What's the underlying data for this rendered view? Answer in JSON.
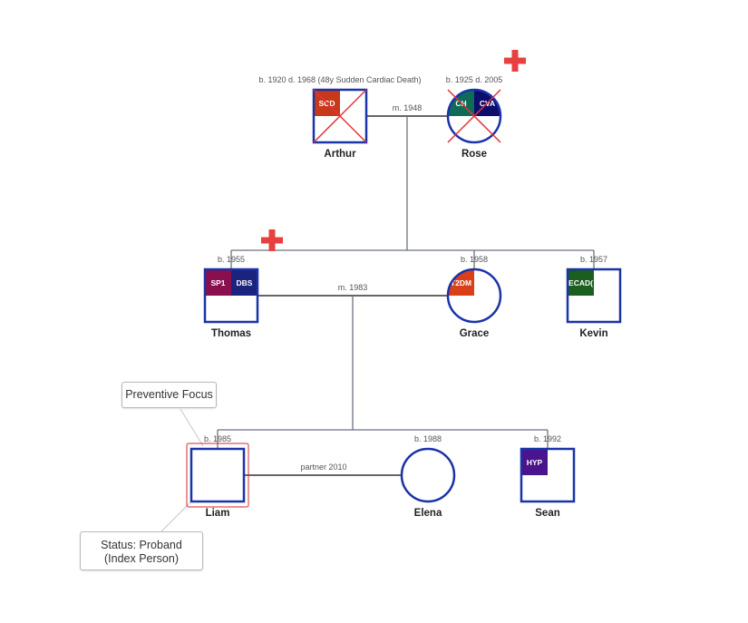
{
  "colors": {
    "outline": "#1a33a8",
    "line": "#6b7280",
    "deceased": "#e5303a",
    "proband": "#d8272d",
    "cross_marker": "#e84040",
    "text": "#222222",
    "subtext": "#555555"
  },
  "couples": [
    {
      "label": "m. 1948"
    },
    {
      "label": "m. 1983"
    },
    {
      "label": "partner 2010"
    }
  ],
  "people": [
    {
      "id": "arthur",
      "name": "Arthur",
      "sex": "male",
      "deceased": true,
      "dates": "b. 1920 d. 1968 (48y Sudden Cardiac Death)",
      "conditions": [
        {
          "code": "SCD",
          "color": "#c8391a"
        }
      ]
    },
    {
      "id": "rose",
      "name": "Rose",
      "sex": "female",
      "deceased": true,
      "dates": "b. 1925 d. 2005",
      "marker": "red-cross-icon",
      "conditions": [
        {
          "code": "CH",
          "color": "#0f6b58"
        },
        {
          "code": "CVA",
          "color": "#0d0d6b"
        }
      ]
    },
    {
      "id": "thomas",
      "name": "Thomas",
      "sex": "male",
      "deceased": false,
      "dates": "b. 1955",
      "marker": "red-cross-icon",
      "conditions": [
        {
          "code": "SP1",
          "color": "#8a0f4e"
        },
        {
          "code": "DBS",
          "color": "#1a237e"
        }
      ]
    },
    {
      "id": "grace",
      "name": "Grace",
      "sex": "female",
      "deceased": false,
      "dates": "b. 1958",
      "conditions": [
        {
          "code": "T2DM",
          "color": "#d9401a"
        }
      ]
    },
    {
      "id": "kevin",
      "name": "Kevin",
      "sex": "male",
      "deceased": false,
      "dates": "b. 1957",
      "conditions": [
        {
          "code": "ECAD(",
          "color": "#1b5e20"
        }
      ]
    },
    {
      "id": "liam",
      "name": "Liam",
      "sex": "male",
      "deceased": false,
      "proband": true,
      "dates": "b. 1985",
      "conditions": []
    },
    {
      "id": "elena",
      "name": "Elena",
      "sex": "female",
      "deceased": false,
      "dates": "b. 1988",
      "conditions": []
    },
    {
      "id": "sean",
      "name": "Sean",
      "sex": "male",
      "deceased": false,
      "dates": "b. 1992",
      "conditions": [
        {
          "code": "HYP",
          "color": "#4a148c"
        }
      ]
    }
  ],
  "notes": {
    "preventive": "Preventive Focus",
    "status": "Status: Proband (Index Person)"
  }
}
